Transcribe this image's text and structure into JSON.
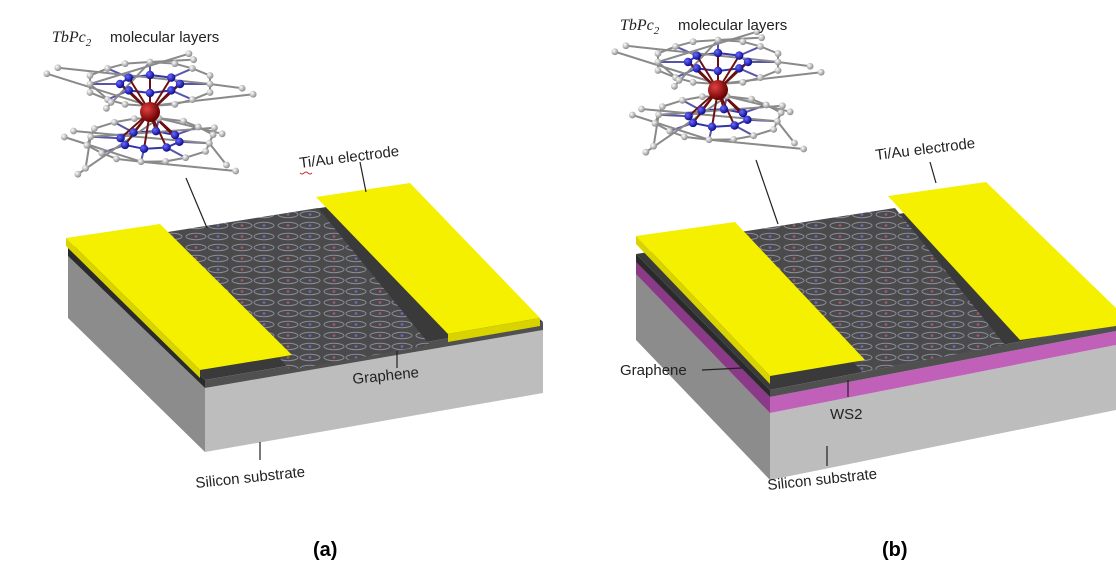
{
  "figure": {
    "panel_a": {
      "title_formula_main": "TbPc",
      "title_formula_sub": "2",
      "title_rest": "molecular layers",
      "electrode_label": "Ti/Au electrode",
      "graphene_label": "Graphene",
      "substrate_label": "Silicon substrate",
      "panel_label": "(a)"
    },
    "panel_b": {
      "title_formula_main": "TbPc",
      "title_formula_sub": "2",
      "title_rest": "molecular layers",
      "electrode_label": "Ti/Au electrode",
      "graphene_label": "Graphene",
      "ws2_label": "WS2",
      "substrate_label": "Silicon substrate",
      "panel_label": "(b)"
    }
  },
  "colors": {
    "electrode": "#f2ee00",
    "electrode_side": "#e8e200",
    "graphene": "#3c3c3c",
    "ws2": "#c060b8",
    "substrate_top": "#9c9c9c",
    "substrate_front": "#b8b8b8",
    "substrate_side": "#8a8a8a",
    "metal_atom": "#8b0d0d",
    "nitrogen": "#1a1ac8",
    "carbon": "#b8b8b8"
  }
}
